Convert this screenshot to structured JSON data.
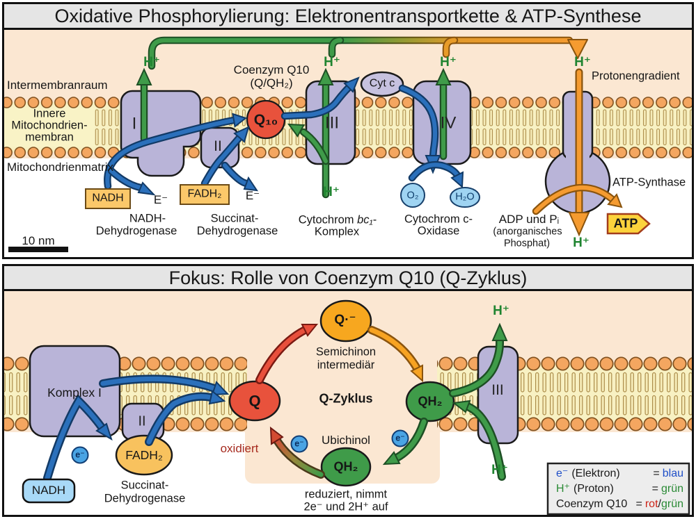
{
  "panel1": {
    "title": "Oxidative Phosphorylierung: Elektronentransportkette & ATP-Synthese",
    "intermembranraum": "Intermembranraum",
    "inner_membrane": [
      "Innere",
      "Mitochondrien-",
      "membran"
    ],
    "matrix": "Mitochondrienmatrix",
    "coenzym": [
      "Coenzym Q10",
      "(Q/QH₂)"
    ],
    "protonengradient": "Protonengradient",
    "hplus": "H⁺",
    "complexes": {
      "i": "I",
      "ii": "II",
      "iii": "III",
      "iv": "IV"
    },
    "cytc": "Cyt c",
    "q10": "Q₁₀",
    "nadh": "NADH",
    "fadh2": "FADH₂",
    "electron": "E⁻",
    "o2": "O₂",
    "h2o": "H₂O",
    "atp": "ATP",
    "atp_synthase": "ATP-Synthase",
    "adp": [
      "ADP und Pᵢ",
      "(anorganisches",
      "Phosphat)"
    ],
    "enzymes": {
      "nadh_deh": [
        "NADH-",
        "Dehydrogenase"
      ],
      "succinat": [
        "Succinat-",
        "Dehydrogenase"
      ],
      "bc1": {
        "pre": "Cytochrom ",
        "it": "bc₁",
        "suf": "-",
        "line2": "Komplex"
      },
      "oxidase": [
        "Cytochrom c-",
        "Oxidase"
      ]
    },
    "scalebar": "10 nm"
  },
  "panel2": {
    "title": "Fokus: Rolle von Coenzym Q10 (Q-Zyklus)",
    "komplex1": "Komplex I",
    "ii": "II",
    "iii": "III",
    "nadh": "NADH",
    "fadh2": "FADH₂",
    "succinat": [
      "Succinat-",
      "Dehydrogenase"
    ],
    "q": "Q",
    "q_semi": "Q·⁻",
    "semichinon": [
      "Semichinon",
      "intermediär"
    ],
    "qzyklus": "Q-Zyklus",
    "ubichinol": "Ubichinol",
    "qh2": "QH₂",
    "reduziert": [
      "reduziert, nimmt",
      "2e⁻ und 2H⁺ auf"
    ],
    "oxidiert": "oxidiert",
    "electron": "e⁻",
    "hplus": "H⁺"
  },
  "legend": {
    "rows": [
      {
        "sym": "e⁻",
        "label": "(Elektron)",
        "eq": "=",
        "value": "blau"
      },
      {
        "sym": "H⁺",
        "label": "(Proton)",
        "eq": "=",
        "value": "grün"
      },
      {
        "label": "Coenzym Q10",
        "eq": "=",
        "value_parts": [
          {
            "t": "rot"
          },
          {
            "t": "/"
          },
          {
            "t": "grün"
          }
        ]
      }
    ]
  },
  "colors": {
    "electron_blue": "#2b70bb",
    "proton_green": "#3f9b49",
    "q_red": "#e8523c",
    "semiquinone_orange": "#f7a71f",
    "qh2_green": "#3f9b49",
    "membrane_head": "#f4a660",
    "complex_purple": "#b9b4d8",
    "atp_yellow": "#fcd33c"
  }
}
